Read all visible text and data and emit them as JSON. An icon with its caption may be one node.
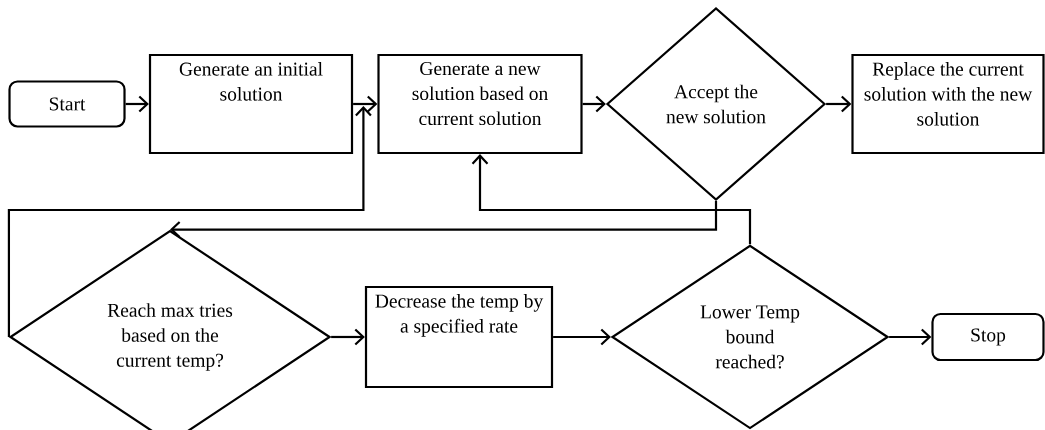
{
  "diagram": {
    "nodes": [
      {
        "text": [
          "Start"
        ]
      },
      {
        "text": [
          "Generate an initial solution"
        ]
      },
      {
        "text": [
          "Generate a new solution based on current solution"
        ]
      },
      {
        "text": [
          "Accept the new solution"
        ]
      },
      {
        "text": [
          "Replace the current solution with the new solution"
        ]
      },
      {
        "text": [
          "Reach max tries based on the current temp?"
        ]
      },
      {
        "text": [
          "Decrease the temp by a specified rate"
        ]
      },
      {
        "text": [
          "Lower Temp bound reached?"
        ]
      },
      {
        "text": [
          "Stop"
        ]
      }
    ],
    "edges": [
      {
        "from": 0,
        "to": 1,
        "arrow": "to"
      },
      {
        "from": 1,
        "to": 2,
        "arrow": "to"
      },
      {
        "from": 2,
        "to": 3,
        "arrow": "to"
      },
      {
        "from": 3,
        "to": 4,
        "arrow": "to"
      },
      {
        "from": 3,
        "to": 5,
        "arrow": "to"
      },
      {
        "from": 7,
        "to": 2,
        "arrow": "to"
      },
      {
        "from": 5,
        "to": 2,
        "arrow": "to"
      },
      {
        "from": 5,
        "to": 6,
        "arrow": "to"
      },
      {
        "from": 6,
        "to": 7,
        "arrow": "to"
      },
      {
        "from": 7,
        "to": 8,
        "arrow": "to"
      }
    ]
  }
}
